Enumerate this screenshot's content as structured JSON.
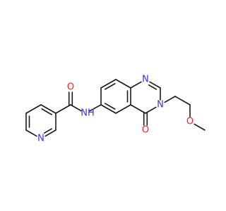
{
  "molecule": {
    "atoms": [
      {
        "id": "n_pyridine",
        "label": "N",
        "color": "#3333ff"
      },
      {
        "id": "o_amide",
        "label": "O",
        "color": "#ff1f1f"
      },
      {
        "id": "nh_amide",
        "label": "NH",
        "color": "#3333ff"
      },
      {
        "id": "n1_quinazoline",
        "label": "N",
        "color": "#3333ff"
      },
      {
        "id": "n3_quinazoline",
        "label": "N",
        "color": "#3333ff"
      },
      {
        "id": "o_carbonyl",
        "label": "O",
        "color": "#ff1f1f"
      },
      {
        "id": "o_methoxy",
        "label": "O",
        "color": "#ff1f1f"
      }
    ],
    "bond_color": "#1a1a1a",
    "background": "#ffffff"
  }
}
